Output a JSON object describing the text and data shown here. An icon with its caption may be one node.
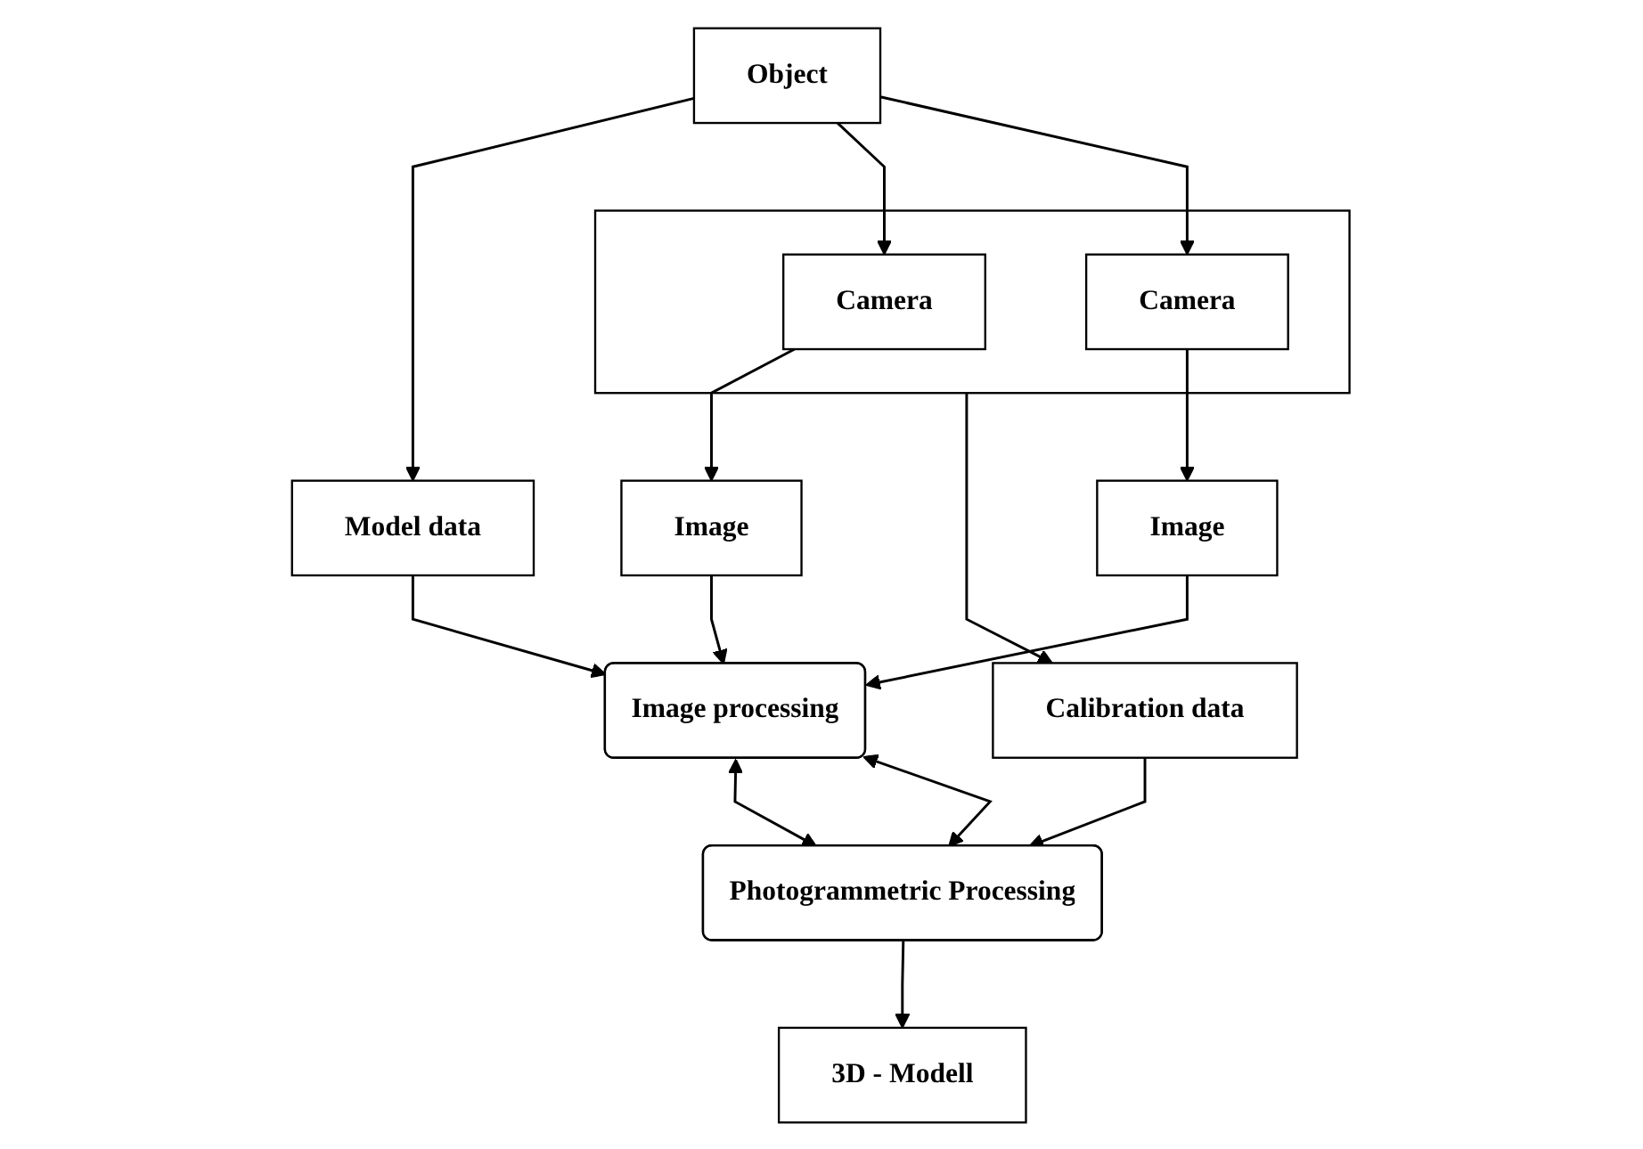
{
  "diagram": {
    "nodes": [
      {
        "text": [
          "Model data"
        ]
      },
      {
        "text": [
          "Object"
        ]
      },
      {
        "text": [],
        "shape": "box"
      },
      {
        "text": [
          "Camera"
        ],
        "in": 2
      },
      {
        "text": [
          "Camera"
        ],
        "in": 2
      },
      {
        "text": [
          "Calibration data"
        ]
      },
      {
        "text": [
          "Image"
        ]
      },
      {
        "text": [
          "Image"
        ]
      },
      {
        "text": [
          "Image processing"
        ]
      },
      {
        "text": [
          "Photogrammetric Processing"
        ]
      },
      {
        "text": [
          "3D - Modell"
        ]
      }
    ],
    "edges": [
      {
        "from": 1,
        "to": 0,
        "arrow": "to"
      },
      {
        "from": 1,
        "to": 3,
        "arrow": "to"
      },
      {
        "from": 1,
        "to": 4,
        "arrow": "to"
      },
      {
        "from": 2,
        "to": 5,
        "arrow": "to"
      },
      {
        "from": 3,
        "to": 6,
        "arrow": "to"
      },
      {
        "from": 4,
        "to": 7,
        "arrow": "to"
      },
      {
        "from": 6,
        "to": 8,
        "arrow": "to"
      },
      {
        "from": 7,
        "to": 8,
        "arrow": "to"
      },
      {
        "from": 0,
        "to": 8,
        "arrow": "to"
      },
      {
        "from": 8,
        "to": 9,
        "arrow": "both"
      },
      {
        "from": 8,
        "to": 9,
        "arrow": "both"
      },
      {
        "from": 5,
        "to": 9,
        "arrow": "to"
      },
      {
        "from": 9,
        "to": 10,
        "arrow": "to"
      }
    ]
  }
}
